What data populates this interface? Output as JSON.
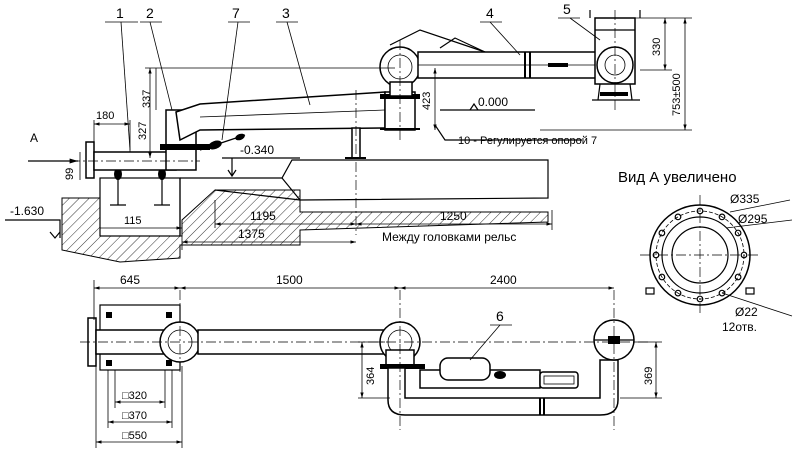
{
  "callouts": [
    "1",
    "2",
    "7",
    "3",
    "4",
    "5",
    "6"
  ],
  "arrow_label": "A",
  "view_title": "Вид А увеличено",
  "note_rail": "Между головками рельс",
  "note_adjust": "10 - Регулируется опорой 7",
  "elevations": {
    "zero": "0.000",
    "minus_0340": "-0.340",
    "minus_1630": "-1.630"
  },
  "dims_top": {
    "d180": "180",
    "d99": "99",
    "d327": "327",
    "d337": "337",
    "d423": "423",
    "d115": "115",
    "d1195": "1195",
    "d1375": "1375",
    "d1250": "1250",
    "d330": "330",
    "d500": "500",
    "d753": "753±"
  },
  "dims_plan": {
    "d645": "645",
    "d1500": "1500",
    "d2400": "2400",
    "d364": "364",
    "d369": "369",
    "sq320": "320",
    "sq370": "370",
    "sq550": "550"
  },
  "flange": {
    "d335": "335",
    "d295": "295",
    "d22": "22",
    "holes": "12отв."
  },
  "symbols": {
    "diameter": "Ø",
    "square": "□"
  }
}
